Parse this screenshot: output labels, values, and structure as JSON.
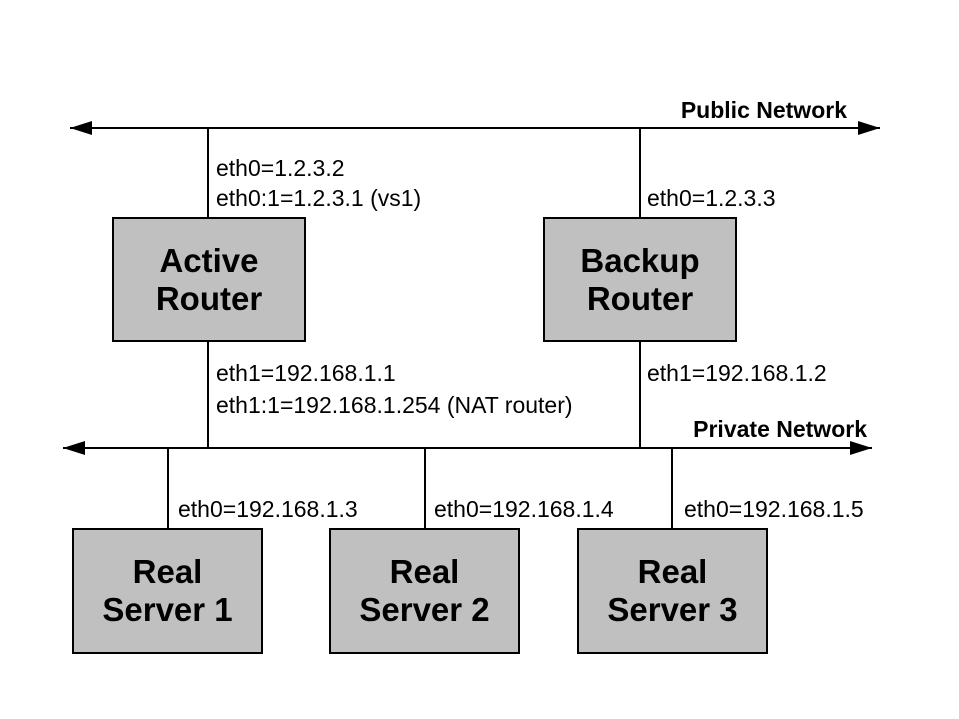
{
  "diagram": {
    "colors": {
      "background": "#ffffff",
      "line": "#000000",
      "node_fill": "#c0c0c0",
      "node_border": "#000000"
    },
    "network_labels": {
      "public": "Public Network",
      "private": "Private Network"
    },
    "nodes": {
      "active_router": {
        "label": "Active\nRouter"
      },
      "backup_router": {
        "label": "Backup\nRouter"
      },
      "real_server_1": {
        "label": "Real\nServer 1"
      },
      "real_server_2": {
        "label": "Real\nServer 2"
      },
      "real_server_3": {
        "label": "Real\nServer 3"
      }
    },
    "interface_labels": {
      "active_router_eth0": "eth0=1.2.3.2",
      "active_router_eth0_alias": "eth0:1=1.2.3.1 (vs1)",
      "backup_router_eth0": "eth0=1.2.3.3",
      "active_router_eth1": "eth1=192.168.1.1",
      "active_router_eth1_alias": "eth1:1=192.168.1.254 (NAT router)",
      "backup_router_eth1": "eth1=192.168.1.2",
      "real_server_1_eth0": "eth0=192.168.1.3",
      "real_server_2_eth0": "eth0=192.168.1.4",
      "real_server_3_eth0": "eth0=192.168.1.5"
    }
  }
}
